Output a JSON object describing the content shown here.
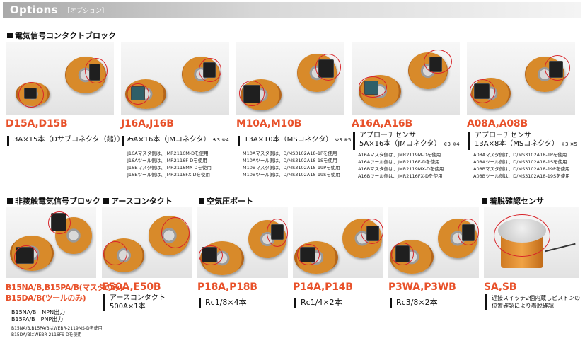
{
  "header": {
    "title": "Options",
    "subtitle": "［オプション］"
  },
  "sections": {
    "signal_block": "電気信号コンタクトブロック",
    "noncontact_block": "非接触電気信号ブロック",
    "earth_contact": "アースコンタクト",
    "air_port": "空気圧ポート",
    "detach_sensor": "着脱確認センサ"
  },
  "row1": [
    {
      "model": "D15A,D15B",
      "spec": "3A×15本（Dサブコネクタ（鎚））",
      "note_marks": "※3",
      "extra_line": "",
      "notes": []
    },
    {
      "model": "J16A,J16B",
      "spec": "5A×16本（JMコネクタ）",
      "note_marks": "※3 ※4",
      "extra_line": "",
      "notes": [
        "J16Aマスタ側は、JMR2116M-Dを使用",
        "J16Aツール側は、JMR2116F-Dを使用",
        "J16Bマスタ側は、JMR2116MX-Dを使用",
        "J16Bツール側は、JMR2116FX-Dを使用"
      ]
    },
    {
      "model": "M10A,M10B",
      "spec": "13A×10本（MSコネクタ）",
      "note_marks": "※3 ※5",
      "extra_line": "",
      "notes": [
        "M10Aマスタ側は、D/MS3102A18-1Pを使用",
        "M10Aツール側は、D/MS3102A18-1Sを使用",
        "M10Bマスタ側は、D/MS3102A18-19Pを使用",
        "M10Bツール側は、D/MS3102A18-19Sを使用"
      ]
    },
    {
      "model": "A16A,A16B",
      "spec": "5A×16本（JMコネクタ）",
      "note_marks": "※3 ※4",
      "extra_line": "アプローチセンサ",
      "notes": [
        "A16Aマスタ側は、JMR2119M-Dを使用",
        "A16Aツール側は、JMR2116F-Dを使用",
        "A16Bマスタ側は、JMR2119MX-Dを使用",
        "A16Bツール側は、JMR2116FX-Dを使用"
      ]
    },
    {
      "model": "A08A,A08B",
      "spec": "13A×8本（MSコネクタ）",
      "note_marks": "※3 ※5",
      "extra_line": "アプローチセンサ",
      "notes": [
        "A08Aマスタ側は、D/MS3102A18-1Pを使用",
        "A08Aツール側は、D/MS3102A18-1Sを使用",
        "A08Bマスタ側は、D/MS3102A18-19Pを使用",
        "A08Bツール側は、D/MS3102A18-19Sを使用"
      ]
    }
  ],
  "b15": {
    "model_line1": "B15NA/B,B15PA/B(マスタのみ)",
    "model_line2": "B15DA/B(ツールのみ)",
    "spec1": "B15NA/B　NPN出力",
    "spec2": "B15PA/B　PNP出力",
    "note1": "B15NA/B,B15PA/BはWEBR-2119MS-Dを使用",
    "note2": "B15DA/BはWEBR-2116FS-Dを使用"
  },
  "e50": {
    "model": "E50A,E50B",
    "spec1": "アースコンタクト",
    "spec2": "500A×1本"
  },
  "p18": {
    "model": "P18A,P18B",
    "spec": "Rc1/8×4本"
  },
  "p14": {
    "model": "P14A,P14B",
    "spec": "Rc1/4×2本"
  },
  "p3w": {
    "model": "P3WA,P3WB",
    "spec": "Rc3/8×2本"
  },
  "sa": {
    "model": "SA,SB",
    "spec1": "近接スイッチ2個内蔵しピストンの",
    "spec2": "位置確認により着脱確認"
  }
}
